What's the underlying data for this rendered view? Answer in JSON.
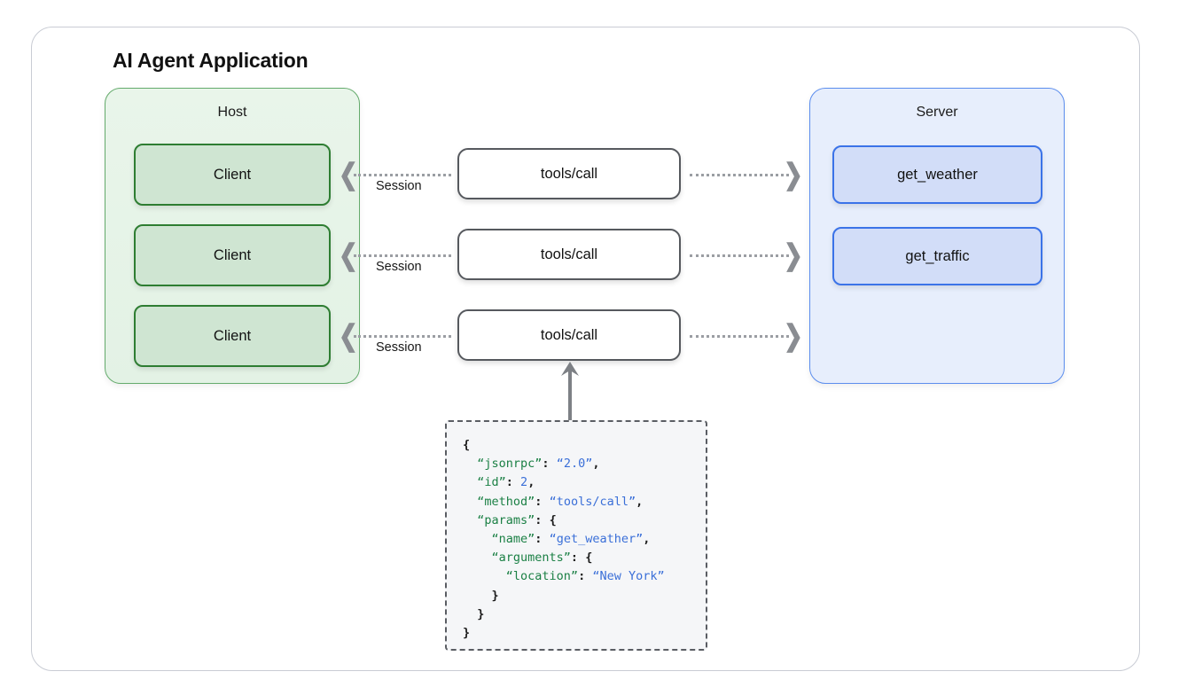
{
  "diagram": {
    "title": "AI Agent Application",
    "type": "architecture-diagram"
  },
  "host": {
    "title": "Host",
    "clients": [
      {
        "label": "Client"
      },
      {
        "label": "Client"
      },
      {
        "label": "Client"
      }
    ]
  },
  "server": {
    "title": "Server",
    "tools": [
      {
        "label": "get_weather"
      },
      {
        "label": "get_traffic"
      }
    ]
  },
  "middle": {
    "calls": [
      {
        "label": "tools/call"
      },
      {
        "label": "tools/call"
      },
      {
        "label": "tools/call"
      }
    ],
    "session_labels": [
      "Session",
      "Session",
      "Session"
    ],
    "arrow_left_glyph": "❮",
    "arrow_right_glyph": "❯"
  },
  "json_payload": {
    "lines": [
      {
        "indent": 0,
        "tokens": [
          {
            "t": "{",
            "c": "pun"
          }
        ]
      },
      {
        "indent": 1,
        "tokens": [
          {
            "t": "“jsonrpc”",
            "c": "k"
          },
          {
            "t": ": ",
            "c": "pun"
          },
          {
            "t": "“2.0”",
            "c": "str"
          },
          {
            "t": ",",
            "c": "pun"
          }
        ]
      },
      {
        "indent": 1,
        "tokens": [
          {
            "t": "“id”",
            "c": "k"
          },
          {
            "t": ": ",
            "c": "pun"
          },
          {
            "t": "2",
            "c": "num"
          },
          {
            "t": ",",
            "c": "pun"
          }
        ]
      },
      {
        "indent": 1,
        "tokens": [
          {
            "t": "“method”",
            "c": "k"
          },
          {
            "t": ": ",
            "c": "pun"
          },
          {
            "t": "“tools/call”",
            "c": "str"
          },
          {
            "t": ",",
            "c": "pun"
          }
        ]
      },
      {
        "indent": 1,
        "tokens": [
          {
            "t": "“params”",
            "c": "k"
          },
          {
            "t": ": ",
            "c": "pun"
          },
          {
            "t": "{",
            "c": "pun"
          }
        ]
      },
      {
        "indent": 2,
        "tokens": [
          {
            "t": "“name”",
            "c": "k"
          },
          {
            "t": ": ",
            "c": "pun"
          },
          {
            "t": "“get_weather”",
            "c": "str"
          },
          {
            "t": ",",
            "c": "pun"
          }
        ]
      },
      {
        "indent": 2,
        "tokens": [
          {
            "t": "“arguments”",
            "c": "k"
          },
          {
            "t": ": ",
            "c": "pun"
          },
          {
            "t": "{",
            "c": "pun"
          }
        ]
      },
      {
        "indent": 3,
        "tokens": [
          {
            "t": "“location”",
            "c": "k"
          },
          {
            "t": ": ",
            "c": "pun"
          },
          {
            "t": "“New York”",
            "c": "str"
          }
        ]
      },
      {
        "indent": 2,
        "tokens": [
          {
            "t": "}",
            "c": "pun"
          }
        ]
      },
      {
        "indent": 1,
        "tokens": [
          {
            "t": "}",
            "c": "pun"
          }
        ]
      },
      {
        "indent": 0,
        "tokens": [
          {
            "t": "}",
            "c": "pun"
          }
        ]
      }
    ]
  },
  "colors": {
    "host_border": "#64ab6c",
    "host_fill": "#e9f5ea",
    "client_fill": "#cfe5d2",
    "client_border": "#2e7d32",
    "server_border": "#5b8dee",
    "server_fill": "#e7eefc",
    "tool_fill": "#d2ddf8",
    "tool_border": "#3b73e8",
    "call_border": "#56595e",
    "connector": "#9b9ea3",
    "json_key": "#1b8045",
    "json_value": "#3a6fd8",
    "card_border": "#c9ccd4"
  }
}
